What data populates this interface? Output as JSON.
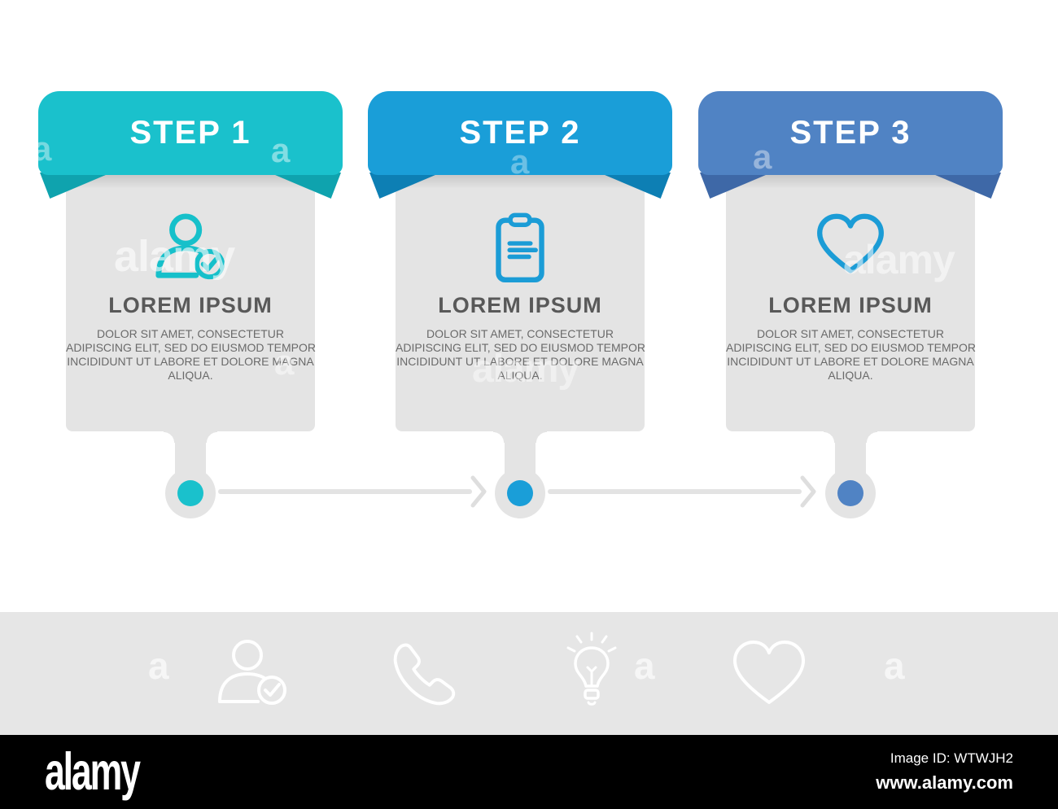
{
  "steps": [
    {
      "label": "STEP 1",
      "title": "LOREM IPSUM",
      "body_lines": [
        "DOLOR SIT AMET, CONSECTETUR",
        "ADIPISCING ELIT, SED DO EIUSMOD TEMPOR",
        "INCIDIDUNT UT LABORE ET DOLORE MAGNA",
        "ALIQUA."
      ],
      "icon": "user-check-icon",
      "accent": "#1ac1cc",
      "fold": "#0fa3ae",
      "icon_color": "#16c0ca"
    },
    {
      "label": "STEP 2",
      "title": "LOREM IPSUM",
      "body_lines": [
        "DOLOR SIT AMET, CONSECTETUR",
        "ADIPISCING ELIT, SED DO EIUSMOD TEMPOR",
        "INCIDIDUNT UT LABORE ET DOLORE MAGNA",
        "ALIQUA."
      ],
      "icon": "clipboard-icon",
      "accent": "#1a9ed8",
      "fold": "#0d7fb4",
      "icon_color": "#1b9cd6"
    },
    {
      "label": "STEP 3",
      "title": "LOREM IPSUM",
      "body_lines": [
        "DOLOR SIT AMET, CONSECTETUR",
        "ADIPISCING ELIT, SED DO EIUSMOD TEMPOR",
        "INCIDIDUNT UT LABORE ET DOLORE MAGNA",
        "ALIQUA."
      ],
      "icon": "heart-icon",
      "accent": "#5083c4",
      "fold": "#3e68a7",
      "icon_color": "#1b9cd6"
    }
  ],
  "icon_strip": [
    "user-check-icon",
    "phone-icon",
    "lightbulb-icon",
    "heart-icon"
  ],
  "watermark": {
    "word": "alamy",
    "letter": "a"
  },
  "alamy_bar": {
    "logo": "alamy",
    "image_id": "Image ID: WTWJH2",
    "url": "www.alamy.com"
  }
}
